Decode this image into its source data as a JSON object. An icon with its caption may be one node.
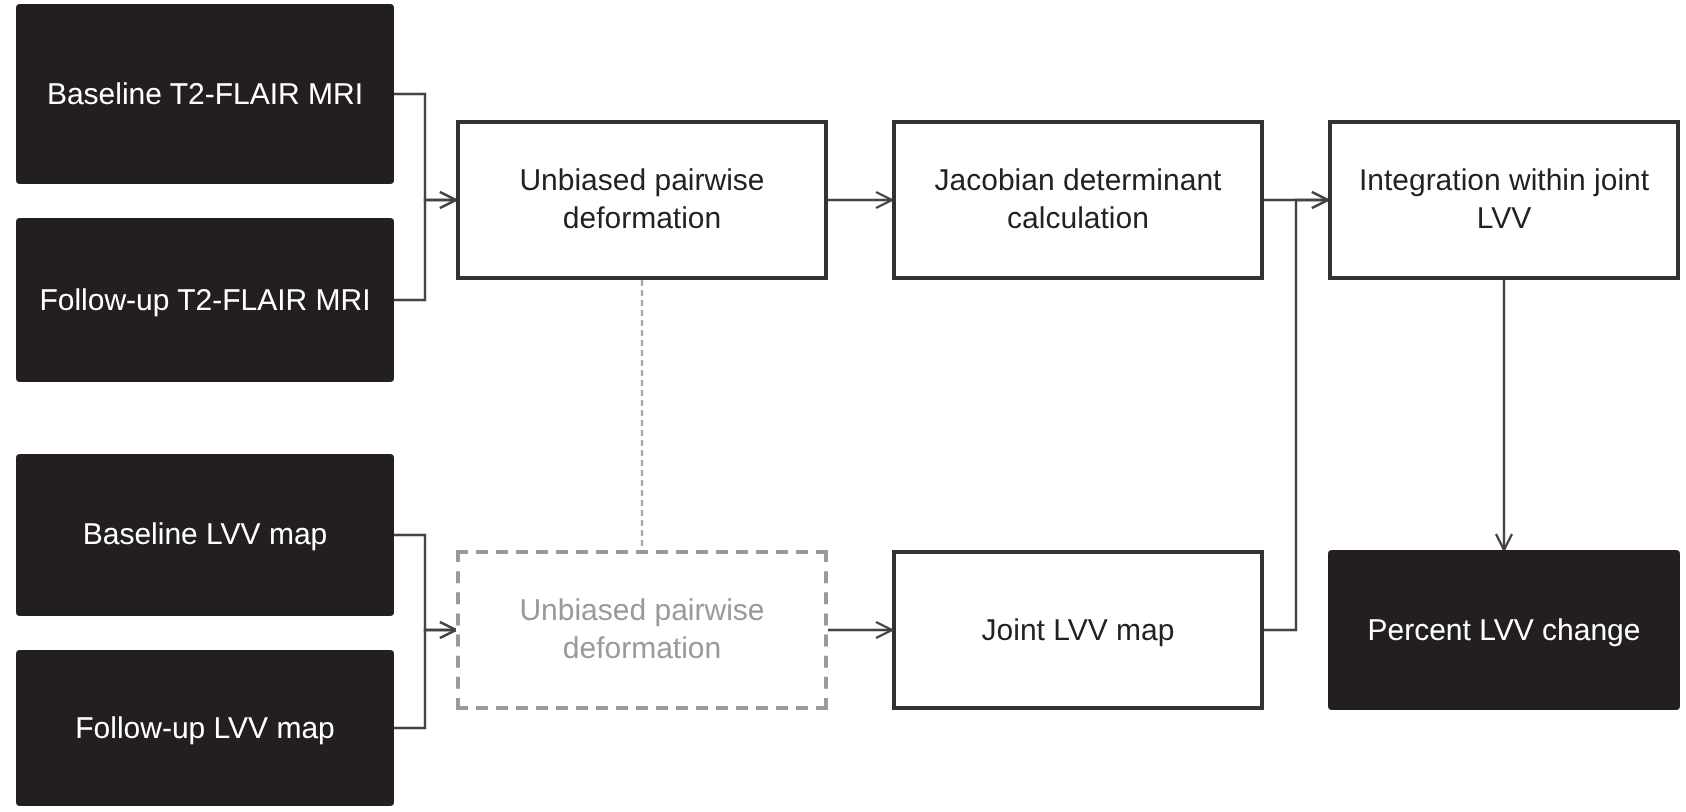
{
  "diagram": {
    "nodes": [
      {
        "text": [
          "Baseline T2-FLAIR MRI"
        ]
      },
      {
        "text": [
          "Follow-up T2-FLAIR MRI"
        ]
      },
      {
        "text": [
          "Baseline LVV map"
        ]
      },
      {
        "text": [
          "Follow-up LVV map"
        ]
      },
      {
        "text": [
          "Unbiased pairwise deformation"
        ]
      },
      {
        "text": [
          "Unbiased pairwise deformation"
        ]
      },
      {
        "text": [
          "Jacobian determinant calculation"
        ]
      },
      {
        "text": [
          "Joint LVV map"
        ]
      },
      {
        "text": [
          "Integration within joint LVV"
        ]
      },
      {
        "text": [
          "Percent LVV change"
        ]
      }
    ],
    "edges": [
      {
        "from": 0,
        "to": 4,
        "arrow": "to"
      },
      {
        "from": 1,
        "to": 4,
        "arrow": "to"
      },
      {
        "from": 2,
        "to": 5,
        "arrow": "to"
      },
      {
        "from": 3,
        "to": 5,
        "arrow": "to"
      },
      {
        "from": 4,
        "to": 6,
        "arrow": "to"
      },
      {
        "from": 5,
        "to": 7,
        "arrow": "to"
      },
      {
        "from": 6,
        "to": 8,
        "arrow": "to"
      },
      {
        "from": 7,
        "to": 8,
        "arrow": "to"
      },
      {
        "from": 8,
        "to": 9,
        "arrow": "to"
      },
      {
        "from": 4,
        "to": 5,
        "arrow": "none",
        "style": "dashed",
        "color": "#aaaaaa"
      }
    ]
  }
}
